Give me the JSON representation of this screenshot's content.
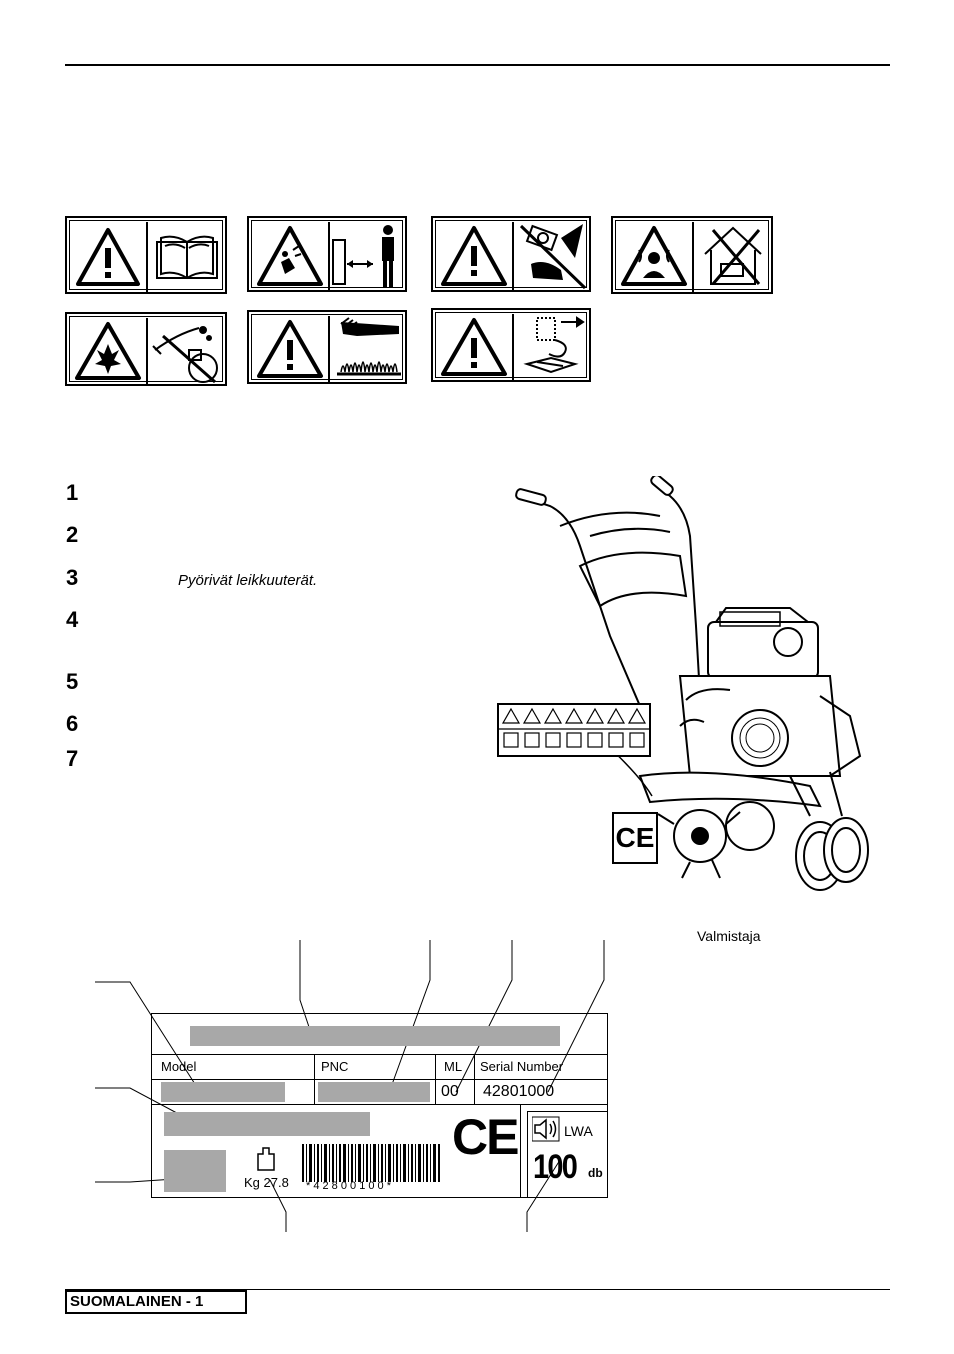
{
  "symbols_row1": [
    {
      "icons": [
        "warning-triangle-icon",
        "read-manual-icon"
      ]
    },
    {
      "icons": [
        "thrown-objects-warning-icon",
        "keep-distance-icon"
      ]
    },
    {
      "icons": [
        "warning-triangle-icon",
        "no-hands-feet-near-tines-icon"
      ]
    },
    {
      "icons": [
        "toxic-fumes-warning-icon",
        "no-indoor-use-icon"
      ]
    }
  ],
  "symbols_row2": [
    {
      "icons": [
        "flammable-warning-icon",
        "no-refuel-hot-engine-icon"
      ]
    },
    {
      "icons": [
        "warning-triangle-icon",
        "hot-surface-icon"
      ]
    },
    {
      "icons": [
        "warning-triangle-icon",
        "disconnect-spark-plug-icon"
      ]
    }
  ],
  "numbered_list": [
    {
      "number": "1",
      "text": ""
    },
    {
      "number": "2",
      "text": ""
    },
    {
      "number": "3",
      "text": "Pyörivät leikkuuterät."
    },
    {
      "number": "4",
      "text": ""
    },
    {
      "number": "5",
      "text": ""
    },
    {
      "number": "6",
      "text": ""
    },
    {
      "number": "7",
      "text": ""
    }
  ],
  "machine": {
    "ce_mark": "CE"
  },
  "rating_plate": {
    "manufacturer_label": "Valmistaja",
    "headers": {
      "model": "Model",
      "pnc": "PNC",
      "ml": "ML",
      "serial": "Serial Number"
    },
    "ml_value": "00",
    "serial_value": "42801000",
    "weight": "Kg 27.8",
    "barcode_text": "* 4 2 8 0 0 1 0 0 *",
    "ce_mark": "CE",
    "sound_label": "LWA",
    "sound_value": "100",
    "sound_unit": "db"
  },
  "footer": {
    "language": "SUOMALAINEN",
    "page": "- 1"
  }
}
